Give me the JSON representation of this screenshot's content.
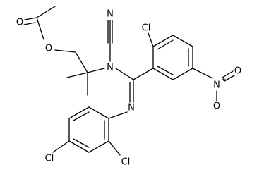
{
  "molecule": {
    "atoms": {
      "o_carbonyl": "O",
      "o_ester": "O",
      "n_nitrile": "N",
      "n_amine": "N",
      "n_imine": "N",
      "cl_top": "Cl",
      "cl_ortho": "Cl",
      "cl_para": "Cl",
      "n_nitro": "N",
      "o_nitro_top": "O",
      "o_nitro_bottom": "O"
    },
    "charges": {
      "nitro_n": "+",
      "nitro_o": "-"
    }
  }
}
